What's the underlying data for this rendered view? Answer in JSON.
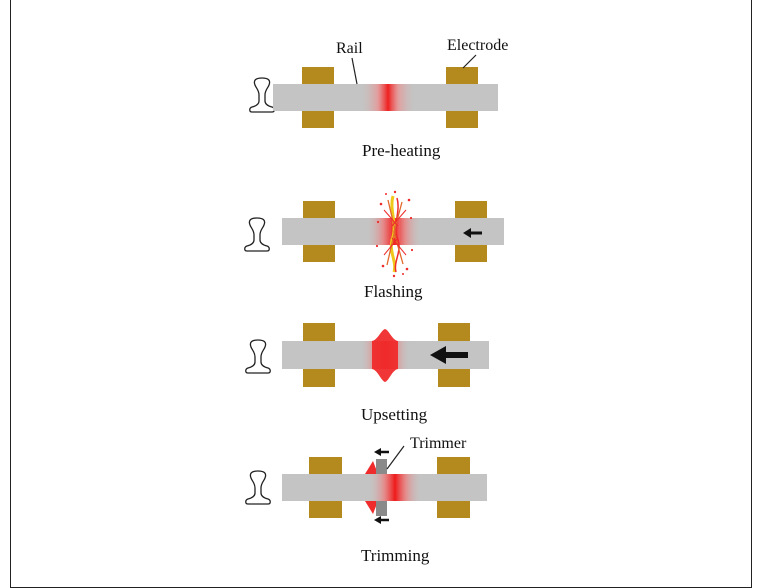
{
  "labels": {
    "rail": "Rail",
    "electrode": "Electrode",
    "trimmer": "Trimmer"
  },
  "stages": [
    {
      "name": "Pre-heating"
    },
    {
      "name": "Flashing"
    },
    {
      "name": "Upsetting"
    },
    {
      "name": "Trimming"
    }
  ],
  "colors": {
    "rail": "#c4c4c4",
    "electrode": "#b48a1e",
    "heat": "#ef2b2b",
    "spark": "#f0c81a",
    "trimmer": "#8a8a8a",
    "arrow": "#111111"
  }
}
